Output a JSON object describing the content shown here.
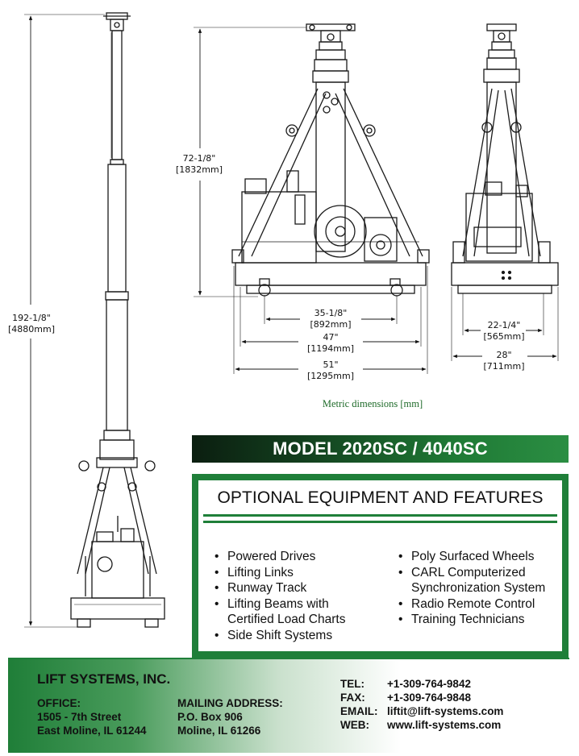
{
  "drawing": {
    "dimensions": {
      "overall_height": {
        "imperial": "192-1/8\"",
        "metric": "[4880mm]"
      },
      "lift_height": {
        "imperial": "72-1/8\"",
        "metric": "[1832mm]"
      },
      "wheel_span": {
        "imperial": "35-1/8\"",
        "metric": "[892mm]"
      },
      "base_width": {
        "imperial": "47\"",
        "metric": "[1194mm]"
      },
      "overall_width": {
        "imperial": "51\"",
        "metric": "[1295mm]"
      },
      "side_wheel_span": {
        "imperial": "22-1/4\"",
        "metric": "[565mm]"
      },
      "side_width": {
        "imperial": "28\"",
        "metric": "[711mm]"
      }
    },
    "metric_note": "Metric dimensions [mm]"
  },
  "model": {
    "title": "MODEL 2020SC / 4040SC"
  },
  "features": {
    "title": "OPTIONAL EQUIPMENT AND FEATURES",
    "left": [
      "Powered Drives",
      "Lifting Links",
      "Runway Track",
      "Lifting Beams with",
      "Certified Load Charts",
      "Side Shift Systems"
    ],
    "right": [
      "Poly Surfaced Wheels",
      "CARL Computerized",
      "Synchronization System",
      "Radio Remote Control",
      "Training Technicians"
    ]
  },
  "footer": {
    "company": "LIFT SYSTEMS, INC.",
    "office": {
      "label": "OFFICE:",
      "line1": "1505 - 7th Street",
      "line2": "East Moline, IL  61244"
    },
    "mailing": {
      "label": "MAILING ADDRESS:",
      "line1": "P.O. Box 906",
      "line2": "Moline, IL  61266"
    },
    "contact": {
      "tel_label": "TEL:",
      "tel": "+1-309-764-9842",
      "fax_label": "FAX:",
      "fax": "+1-309-764-9848",
      "email_label": "EMAIL:",
      "email": "liftit@lift-systems.com",
      "web_label": "WEB:",
      "web": "www.lift-systems.com"
    }
  }
}
